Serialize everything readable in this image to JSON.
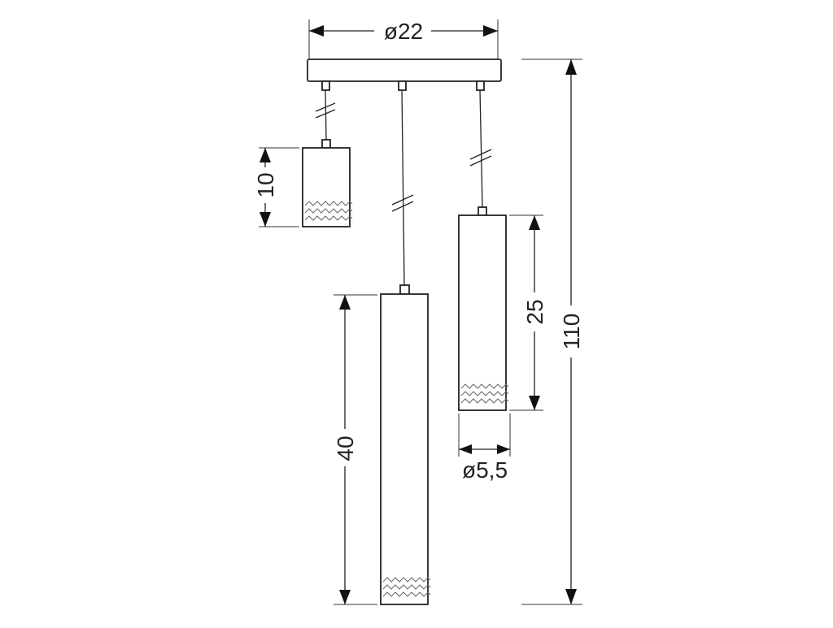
{
  "diagram": {
    "dimensions": {
      "canopy_diameter": "ø22",
      "small_shade_height": "10",
      "medium_shade_height": "25",
      "long_shade_height": "40",
      "shade_diameter": "ø5,5",
      "total_height": "110"
    },
    "colors": {
      "line": "#222222",
      "background": "#ffffff"
    }
  }
}
